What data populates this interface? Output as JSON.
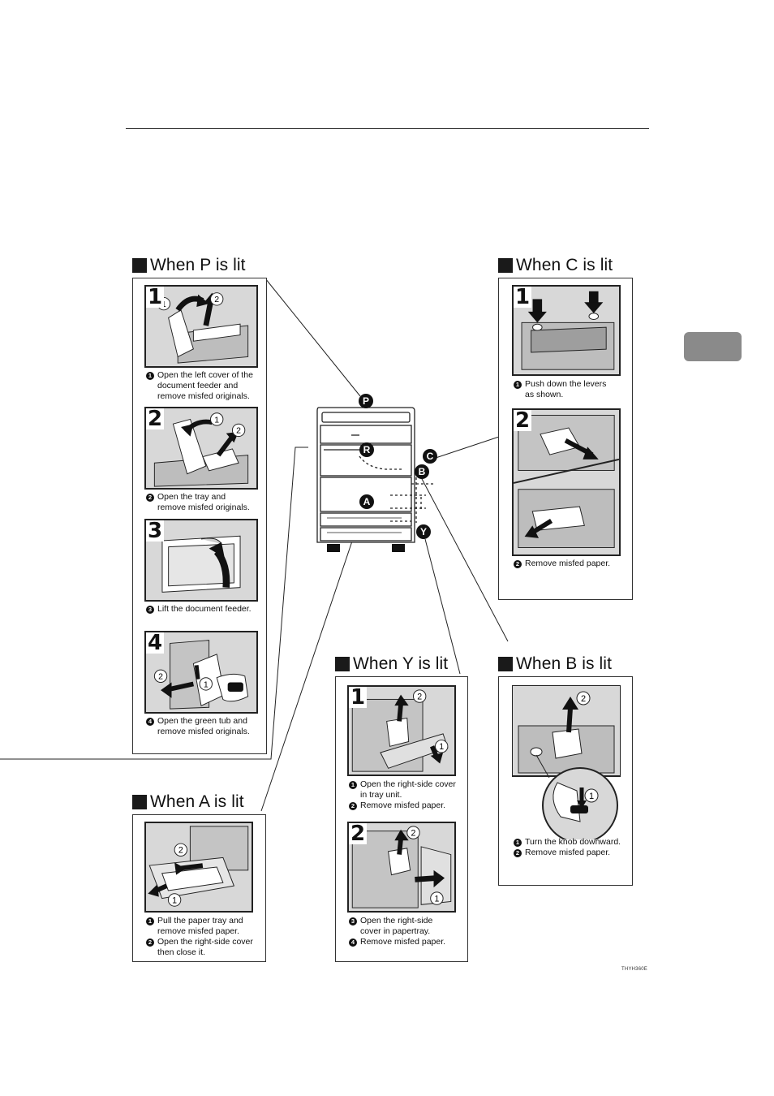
{
  "sections": {
    "p": {
      "title": "When P is lit",
      "steps": [
        {
          "num": "1",
          "badge": "1",
          "text": "Open the left cover of the\ndocument feeder and\nremove misfed originals."
        },
        {
          "num": "2",
          "badge": "2",
          "text": "Open the tray and\nremove misfed originals."
        },
        {
          "num": "3",
          "badge": "3",
          "text": "Lift the document feeder."
        },
        {
          "num": "4",
          "badge": "4",
          "text": "Open the green tub and\nremove misfed originals."
        }
      ]
    },
    "c": {
      "title": "When C is lit",
      "steps": [
        {
          "num": "1",
          "badge": "1",
          "text": "Push down the levers\nas shown."
        },
        {
          "num": "2",
          "badge": "2",
          "text": "Remove misfed paper."
        }
      ]
    },
    "y": {
      "title": "When Y is lit",
      "steps": [
        {
          "num": "1",
          "items": [
            {
              "badge": "1",
              "text": "Open the right-side cover\nin tray unit."
            },
            {
              "badge": "2",
              "text": "Remove misfed paper."
            }
          ]
        },
        {
          "num": "2",
          "items": [
            {
              "badge": "3",
              "text": "Open the right-side\ncover in papertray."
            },
            {
              "badge": "4",
              "text": "Remove misfed paper."
            }
          ]
        }
      ]
    },
    "b": {
      "title": "When B is lit",
      "items": [
        {
          "badge": "1",
          "text": "Turn the knob downward."
        },
        {
          "badge": "2",
          "text": "Remove misfed paper."
        }
      ]
    },
    "a": {
      "title": "When A is lit",
      "items": [
        {
          "badge": "1",
          "text": "Pull the paper tray and\nremove misfed paper."
        },
        {
          "badge": "2",
          "text": "Open the right-side cover\nthen close it."
        }
      ]
    }
  },
  "machine_labels": {
    "p": "P",
    "r": "R",
    "c": "C",
    "b": "B",
    "a": "A",
    "y": "Y"
  },
  "illustration_marks": {
    "one": "1",
    "two": "2"
  },
  "reference_code": "THYH360E"
}
